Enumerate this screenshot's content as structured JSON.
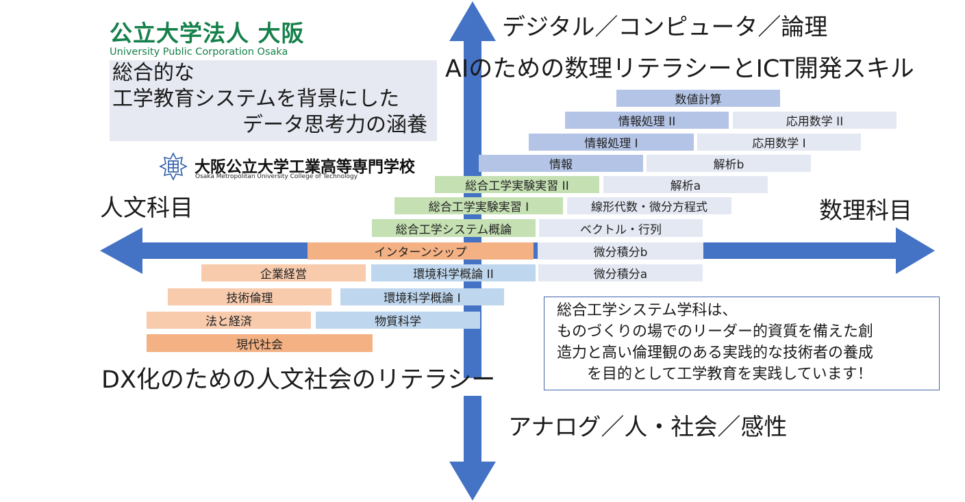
{
  "logos": {
    "university_jp": "公立大学法人 大阪",
    "university_en": "University Public Corporation Osaka",
    "college_jp": "大阪公立大学工業高等専門学校",
    "college_en": "Osaka Metropolitan University College of Technology"
  },
  "intro_lines": [
    "総合的な",
    "工学教育システムを背景にした",
    "データ思考力の涵養"
  ],
  "axes": {
    "top_label": "デジタル／コンピュータ／論理",
    "top_sublabel": "AIのための数理リテラシーとICT開発スキル",
    "left_label": "人文科目",
    "right_label": "数理科目",
    "bottom_sublabel": "DX化のための人文社会のリテラシー",
    "bottom_label": "アナログ／人・社会／感性"
  },
  "subjects": {
    "suuchi_keisan": "数値計算",
    "jouhou_shori_2": "情報処理 II",
    "ouyou_suugaku_2": "応用数学 II",
    "jouhou_shori_1": "情報処理 I",
    "ouyou_suugaku_1": "応用数学 I",
    "jouhou": "情報",
    "kaiseki_b": "解析b",
    "jikken_2": "総合工学実験実習 II",
    "kaiseki_a": "解析a",
    "jikken_1": "総合工学実験実習 I",
    "senkei": "線形代数・微分方程式",
    "gairon": "総合工学システム概論",
    "vector": "ベクトル・行列",
    "intern": "インターンシップ",
    "bibun_b": "微分積分b",
    "kigyou": "企業経営",
    "kankyou_2": "環境科学概論 II",
    "bibun_a": "微分積分a",
    "gijutsu_rinri": "技術倫理",
    "kankyou_1": "環境科学概論 I",
    "hou_keizai": "法と経済",
    "busshitsu": "物質科学",
    "gendai": "現代社会"
  },
  "message_lines": [
    "総合工学システム学科は、",
    "ものづくりの場でのリーダー的資質を備えた創",
    "造力と高い倫理観のある実践的な技術者の養成",
    "　　を目的として工学教育を実践しています！"
  ],
  "colors": {
    "arrow": "#4472c4",
    "blue_dark": "#b4c4e6",
    "blue_light": "#bfd7ee",
    "green": "#c5e0b3",
    "orange_dark": "#f4b183",
    "orange_light": "#f8cbad",
    "grey": "#e4e8f2",
    "logo_green": "#15804a"
  }
}
